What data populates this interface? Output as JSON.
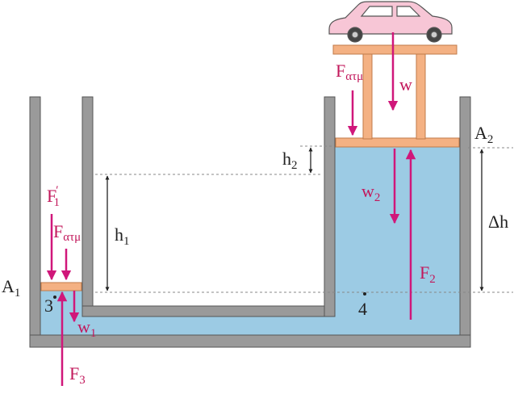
{
  "colors": {
    "wall": "#9a9a9a",
    "wall_edge": "#555555",
    "liquid": "#9ccbe4",
    "piston": "#f4b183",
    "piston_edge": "#c07a4a",
    "force_arrow": "#d0177a",
    "dimension": "#222222",
    "car_body": "#f7c6d6",
    "car_edge": "#555555"
  },
  "labels": {
    "A1": "A",
    "A1_sub": "1",
    "A2": "A",
    "A2_sub": "2",
    "F1_prime": "F",
    "F1_prime_sub": "1",
    "F1_prime_mark": "′",
    "Fatm_left": "F",
    "Fatm_left_sub": "ατμ",
    "Fatm_right": "F",
    "Fatm_right_sub": "ατμ",
    "w1": "w",
    "w1_sub": "1",
    "F3": "F",
    "F3_sub": "3",
    "w2": "w",
    "w2_sub": "2",
    "F2": "F",
    "F2_sub": "2",
    "w_car": "w",
    "h1": "h",
    "h1_sub": "1",
    "h2": "h",
    "h2_sub": "2",
    "delta_h": "Δh",
    "point3": "3",
    "point4": "4"
  },
  "icons": {
    "car": "car-icon"
  }
}
